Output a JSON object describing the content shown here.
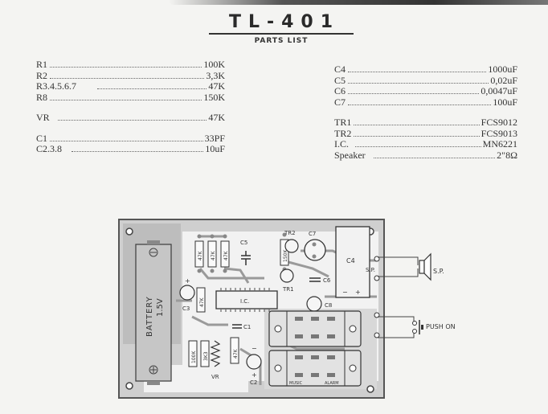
{
  "header": {
    "title": "TL-401",
    "subtitle": "PARTS LIST"
  },
  "parts_left": [
    {
      "ref": "R1",
      "value": "100K"
    },
    {
      "ref": "R2",
      "value": "3,3K"
    },
    {
      "ref": "R3.4.5.6.7",
      "value": "47K"
    },
    {
      "ref": "R8",
      "value": "150K"
    },
    {
      "ref": "VR",
      "value": "47K"
    },
    {
      "ref": "C1",
      "value": "33PF"
    },
    {
      "ref": "C2.3.8",
      "value": "10uF"
    }
  ],
  "parts_right": [
    {
      "ref": "C4",
      "value": "1000uF"
    },
    {
      "ref": "C5",
      "value": "0,02uF"
    },
    {
      "ref": "C6",
      "value": "0,0047uF"
    },
    {
      "ref": "C7",
      "value": "100uF"
    },
    {
      "ref": "TR1",
      "value": "FCS9012"
    },
    {
      "ref": "TR2",
      "value": "FCS9013"
    },
    {
      "ref": "I.C.",
      "value": "MN6221"
    },
    {
      "ref": "Speaker",
      "value": "2\"8Ω"
    }
  ],
  "pcb": {
    "battery_label": "BATTERY",
    "battery_voltage": "1.5V",
    "labels": {
      "c1": "C1",
      "c2": "C2",
      "c3": "C3",
      "c4": "C4",
      "c5": "C5",
      "c6": "C6",
      "c7": "C7",
      "c8": "C8",
      "tr1": "TR1",
      "tr2": "TR2",
      "ic": "I.C.",
      "vr": "VR",
      "r_47k_a": "47K",
      "r_47k_b": "47K",
      "r_47k_c": "47K",
      "r_47k_d": "47K",
      "r_47k_e": "47K",
      "r_150k": "150K",
      "r_100k": "100K",
      "r_3k3": "3K3",
      "music": "MUSIC",
      "alarm": "ALARM",
      "plus": "+",
      "minus": "−"
    },
    "external": {
      "speaker_label": "S.P.",
      "speaker_pad_label": "S.P.",
      "switch_label": "PUSH ON"
    }
  }
}
